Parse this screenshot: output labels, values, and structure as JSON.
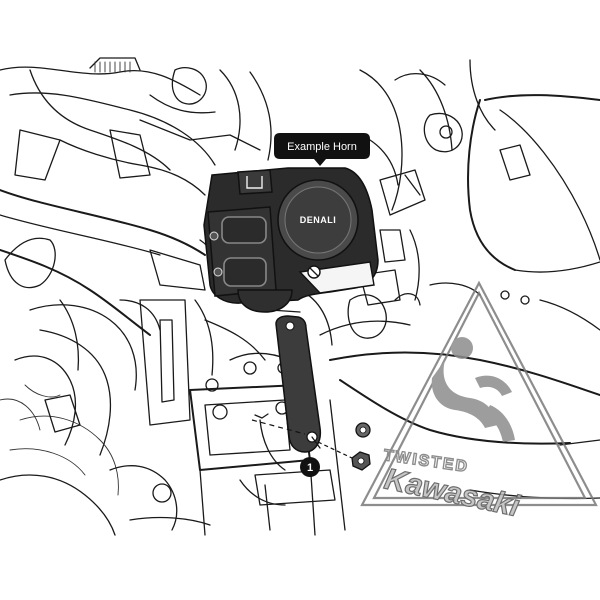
{
  "callout": {
    "label": "Example Horn"
  },
  "horn": {
    "brand": "DENALI"
  },
  "step_marker": {
    "number": "1"
  },
  "watermark": {
    "line1": "TWISTED",
    "line2": "Kawasaki",
    "color": "#7a7a7a"
  },
  "colors": {
    "line": "#1a1a1a",
    "horn_body": "#2b2b2b",
    "horn_face": "#4a4a4a",
    "bracket": "#3c3c3c",
    "background": "#ffffff"
  }
}
